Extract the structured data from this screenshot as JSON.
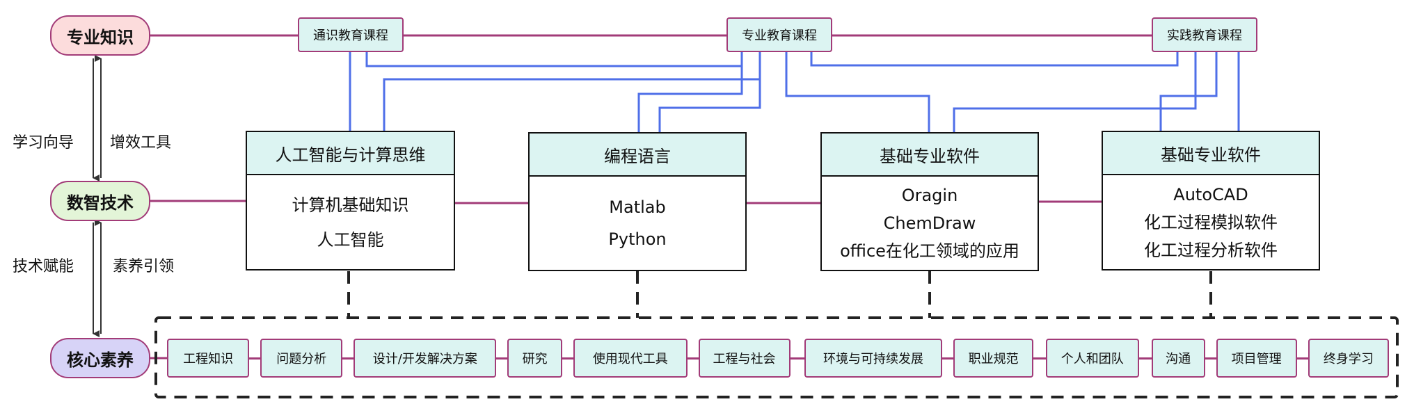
{
  "left_nodes": {
    "knowledge": "专业知识",
    "digital": "数智技术",
    "literacy": "核心素养"
  },
  "arrow_labels": {
    "learning_guide": "学习向导",
    "efficiency_tools": "增效工具",
    "tech_empower": "技术赋能",
    "literacy_lead": "素养引领"
  },
  "courses": {
    "general": "通识教育课程",
    "professional": "专业教育课程",
    "practice": "实践教育课程"
  },
  "boxes": [
    {
      "title": "人工智能与计算思维",
      "items": [
        "计算机基础知识",
        "人工智能"
      ]
    },
    {
      "title": "编程语言",
      "items": [
        "Matlab",
        "Python"
      ]
    },
    {
      "title": "基础专业软件",
      "items": [
        "Oragin",
        "ChemDraw",
        "office在化工领域的应用"
      ]
    },
    {
      "title": "基础专业软件",
      "items": [
        "AutoCAD",
        "化工过程模拟软件",
        "化工过程分析软件"
      ]
    }
  ],
  "skills": [
    "工程知识",
    "问题分析",
    "设计/开发解决方案",
    "研究",
    "使用现代工具",
    "工程与社会",
    "环境与可持续发展",
    "职业规范",
    "个人和团队",
    "沟通",
    "项目管理",
    "终身学习"
  ],
  "colors": {
    "magenta_line": "#a23b78",
    "blue_line": "#4f6fe8",
    "knowledge_fill": "#fcdcdc",
    "digital_fill": "#e3f5d8",
    "literacy_fill": "#d7d3f7",
    "teal_fill": "#dcf4f2"
  }
}
